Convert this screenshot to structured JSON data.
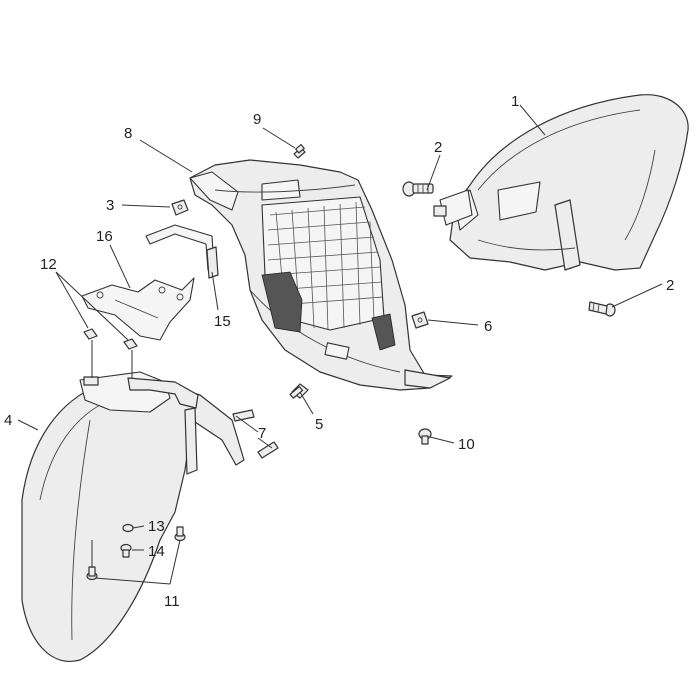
{
  "callouts": {
    "c1": "1",
    "c2a": "2",
    "c2b": "2",
    "c3": "3",
    "c4": "4",
    "c5": "5",
    "c6": "6",
    "c7": "7",
    "c8": "8",
    "c9": "9",
    "c10": "10",
    "c11": "11",
    "c12": "12",
    "c13": "13",
    "c14": "14",
    "c15": "15",
    "c16": "16"
  }
}
